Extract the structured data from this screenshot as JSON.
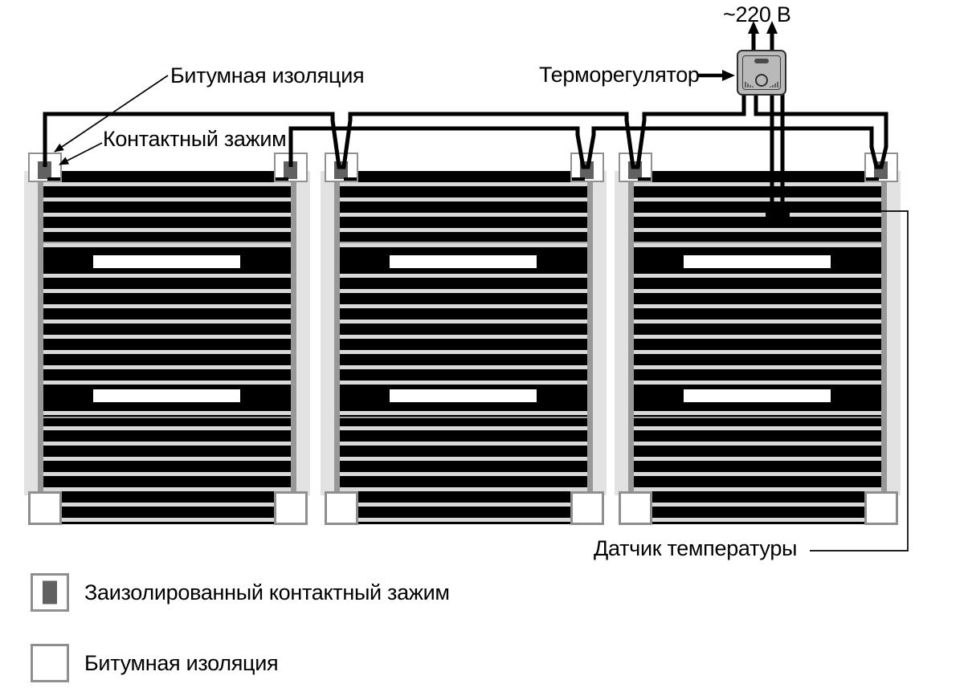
{
  "labels": {
    "bitumen_insulation_callout": "Битумная изоляция",
    "contact_clamp_callout": "Контактный зажим",
    "thermostat": "Терморегулятор",
    "mains_voltage": "~220 В",
    "temperature_sensor": "Датчик температуры"
  },
  "legend": {
    "items": [
      {
        "symbol": "insulated-contact-clamp",
        "label": "Заизолированный контактный зажим"
      },
      {
        "symbol": "bitumen-insulation",
        "label": "Битумная изоляция"
      }
    ]
  },
  "diagram": {
    "type": "wiring-installation-scheme",
    "subject": "infrared heating film mats connected in parallel to a thermostat",
    "mat_count": 3,
    "colors": {
      "film_stripe": "#000000",
      "stripe_gap": "#d9d9d9",
      "rail_outer": "#e2e2e2",
      "rail_inner": "#989898",
      "clamp_core": "#616161",
      "outline_gray": "#8f8f8f",
      "thermostat_body": "#b9b9b9",
      "wire": "#000000"
    }
  }
}
